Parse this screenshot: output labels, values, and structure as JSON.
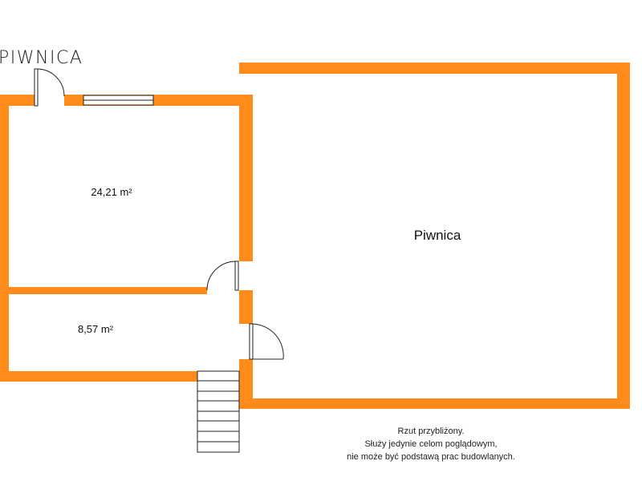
{
  "plan": {
    "title": "PIWNICA",
    "wall_color": "#ff8c1a",
    "rooms": [
      {
        "label": "24,21 m²"
      },
      {
        "label": "8,57 m²"
      },
      {
        "label": "Piwnica"
      }
    ],
    "note": [
      "Rzut przybliżony.",
      "Służy jedynie celom poglądowym,",
      "nie może być podstawą prac budowlanych."
    ]
  }
}
